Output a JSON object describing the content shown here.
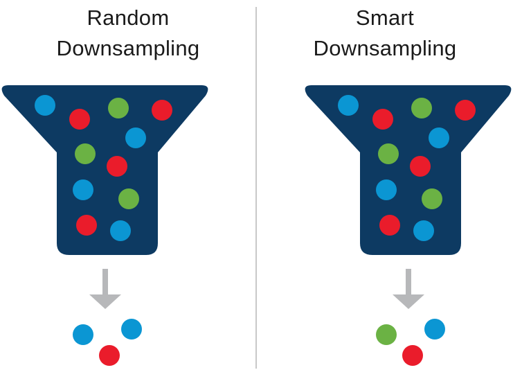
{
  "colors": {
    "funnel": "#0d3a62",
    "blue": "#0b96d3",
    "red": "#ea1c2b",
    "green": "#6bb244",
    "arrow": "#b7b8ba",
    "divider": "#c8c8c8",
    "text": "#1a1a1a"
  },
  "panels": [
    {
      "title_line1": "Random",
      "title_line2": "Downsampling",
      "funnel_dots": [
        "blue",
        "red",
        "green",
        "red",
        "blue",
        "green",
        "red",
        "blue",
        "green",
        "red",
        "blue"
      ],
      "output_dots": [
        "blue",
        "blue",
        "red"
      ]
    },
    {
      "title_line1": "Smart",
      "title_line2": "Downsampling",
      "funnel_dots": [
        "blue",
        "red",
        "green",
        "red",
        "blue",
        "green",
        "red",
        "blue",
        "green",
        "red",
        "blue"
      ],
      "output_dots": [
        "green",
        "blue",
        "red"
      ]
    }
  ]
}
